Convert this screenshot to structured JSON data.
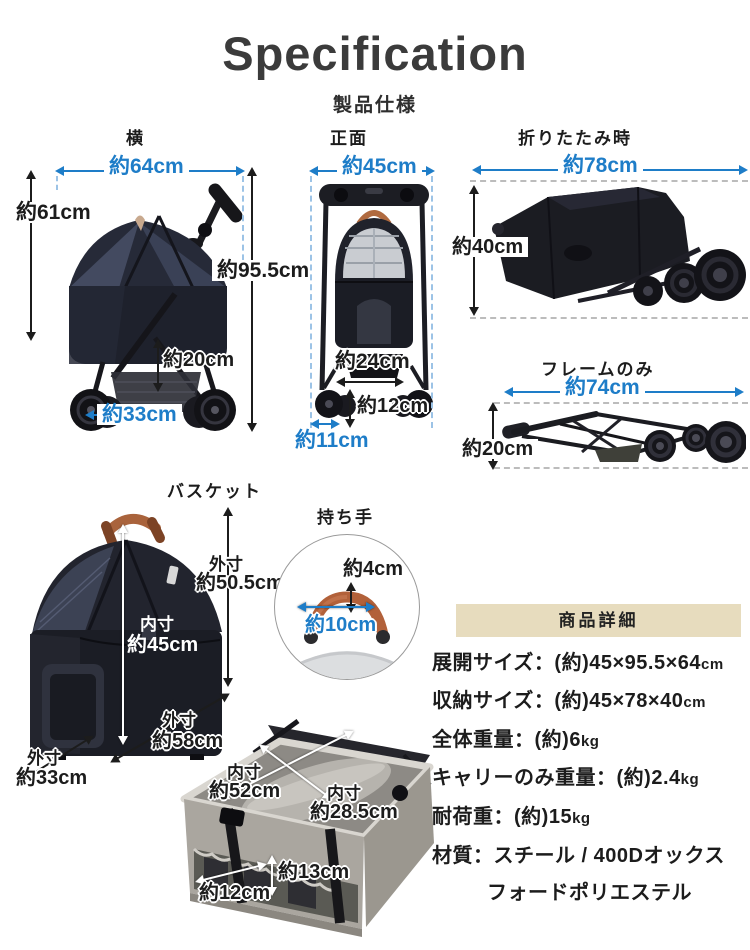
{
  "header": {
    "title": "Specification",
    "subtitle": "製品仕様"
  },
  "side": {
    "label": "横",
    "top_width": "約64cm",
    "left_height": "約61cm",
    "total_height": "約95.5cm",
    "basket_height": "約20cm",
    "wheelbase": "約33cm"
  },
  "front": {
    "label": "正面",
    "top_width": "約45cm",
    "inner_width": "約24cm",
    "wheel_height": "約12cm",
    "wheel_span": "約11cm"
  },
  "folded": {
    "label": "折りたたみ時",
    "width": "約78cm",
    "height": "約40cm"
  },
  "frame": {
    "label": "フレームのみ",
    "width": "約74cm",
    "height": "約20cm"
  },
  "basket": {
    "label": "バスケット",
    "outer_h_prefix": "外寸",
    "outer_height": "約50.5cm",
    "inner_h_prefix": "内寸",
    "inner_height": "約45cm",
    "outer_d_prefix": "外寸",
    "outer_depth": "約58cm",
    "outer_w_prefix": "外寸",
    "outer_width": "約33cm"
  },
  "handle": {
    "label": "持ち手",
    "height": "約4cm",
    "width": "約10cm"
  },
  "carry": {
    "inner_l_prefix": "内寸",
    "inner_length": "約52cm",
    "inner_w_prefix": "内寸",
    "inner_width": "約28.5cm",
    "pocket_height": "約13cm",
    "pocket_width": "約12cm"
  },
  "details": {
    "heading": "商品詳細",
    "rows": [
      {
        "label": "展開サイズ：",
        "value": "(約)45×95.5×64",
        "unit": "cm"
      },
      {
        "label": "収納サイズ：",
        "value": "(約)45×78×40",
        "unit": "cm"
      },
      {
        "label": "全体重量：",
        "value": "(約)6",
        "unit": "kg"
      },
      {
        "label": "キャリーのみ重量：",
        "value": "(約)2.4",
        "unit": "kg"
      },
      {
        "label": "耐荷重：",
        "value": "(約)15",
        "unit": "kg"
      },
      {
        "label": "材質：",
        "value": "スチール / 400Dオックス",
        "unit": ""
      },
      {
        "label": "",
        "value": "フォードポリエステル",
        "unit": ""
      }
    ]
  },
  "colors": {
    "accent_blue": "#1e7dc8",
    "text_dark": "#1c1c1c",
    "beige": "#e7dcbe"
  }
}
